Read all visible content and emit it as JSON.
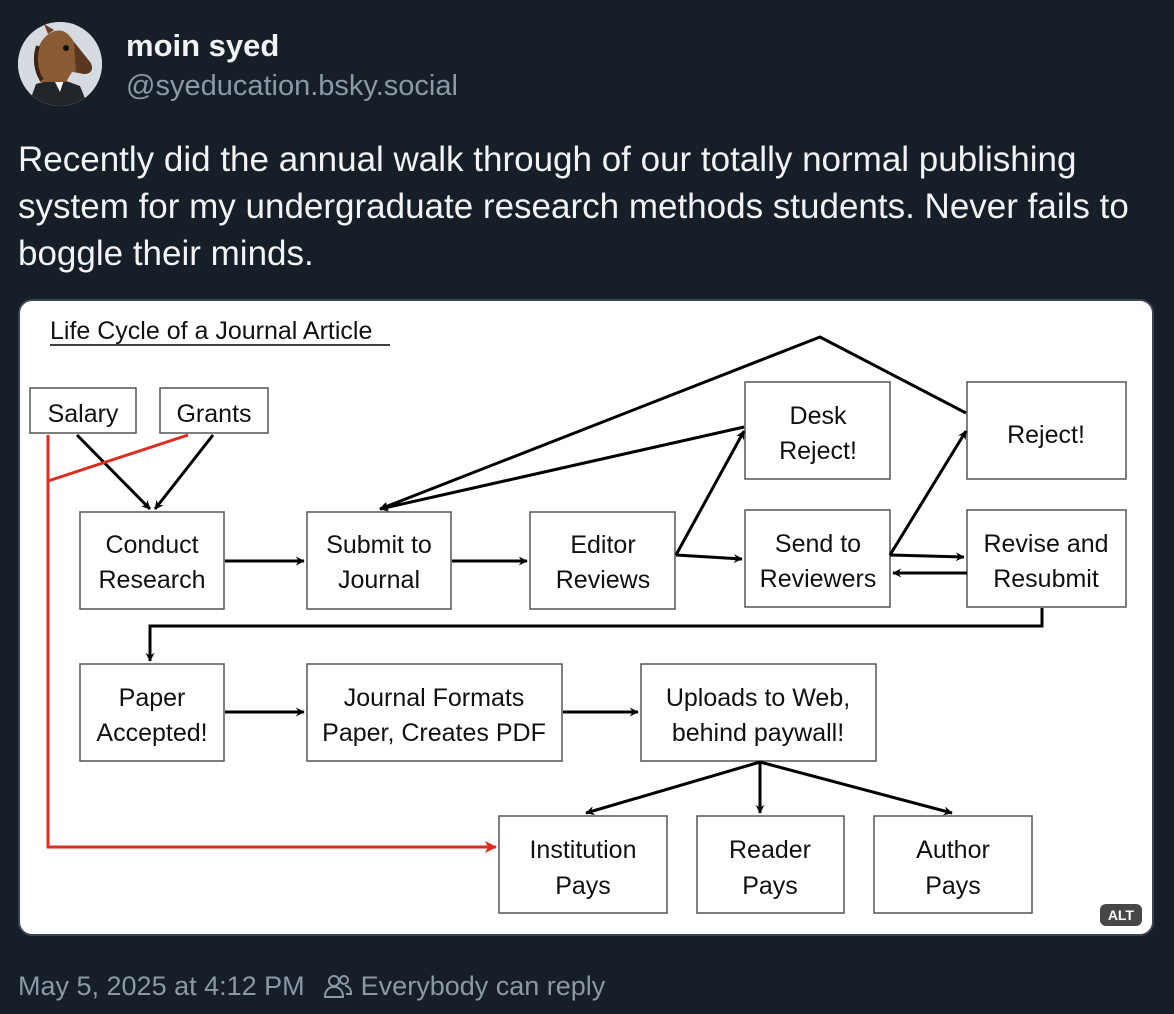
{
  "post": {
    "author": {
      "display_name": "moin syed",
      "handle": "@syeducation.bsky.social",
      "avatar_icon": "horse-mask-avatar-icon"
    },
    "text": "Recently did the annual walk through of our totally normal publishing system for my undergraduate research methods students. Never fails to boggle their minds.",
    "image": {
      "alt_badge": "ALT",
      "diagram": {
        "title": "Life Cycle of a Journal Article",
        "nodes": {
          "salary": [
            "Salary"
          ],
          "grants": [
            "Grants"
          ],
          "conduct": [
            "Conduct",
            "Research"
          ],
          "submit": [
            "Submit to",
            "Journal"
          ],
          "editor": [
            "Editor",
            "Reviews"
          ],
          "desk": [
            "Desk",
            "Reject!"
          ],
          "send": [
            "Send to",
            "Reviewers"
          ],
          "reject": [
            "Reject!"
          ],
          "revise": [
            "Revise and",
            "Resubmit"
          ],
          "accepted": [
            "Paper",
            "Accepted!"
          ],
          "formats": [
            "Journal Formats",
            "Paper, Creates PDF"
          ],
          "uploads": [
            "Uploads to Web,",
            "behind paywall!"
          ],
          "institution": [
            "Institution",
            "Pays"
          ],
          "reader": [
            "Reader",
            "Pays"
          ],
          "author": [
            "Author",
            "Pays"
          ]
        },
        "colors": {
          "money_flow": "#e02b20",
          "arrow": "#000000"
        }
      }
    },
    "timestamp": "May 5, 2025 at 4:12 PM",
    "reply_setting": "Everybody can reply",
    "reply_icon": "people-icon"
  }
}
